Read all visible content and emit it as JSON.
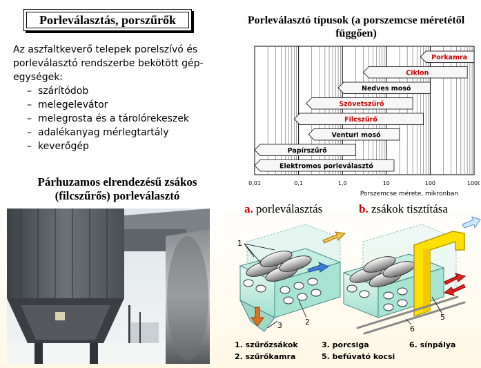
{
  "title": "Porleválasztás, porszűrők",
  "intro": {
    "text": "Az aszfaltkeverő telepek porelszívó és porleválasztó rendszerbe bekötött gép-egységek:",
    "items": [
      "szárítódob",
      "melegelevátor",
      "melegrosta és a tárolórekeszek",
      "adalékanyag mérlegtartály",
      "keverőgép"
    ],
    "dash": "–"
  },
  "parallel_title": "Párhuzamos elrendezésű zsákos (filcszűrős) porleválasztó",
  "chart_title": "Porleválasztó típusok (a porszemcse méretétől függően)",
  "chart_data": {
    "type": "bar",
    "orientation": "horizontal-range",
    "x_scale": "log",
    "xlim": [
      0.01,
      1000
    ],
    "xticks": [
      "0,01",
      "0,1",
      "1,0",
      "10",
      "100",
      "1000"
    ],
    "xlabel": "Porszemcse mérete, mikronban",
    "grid": true,
    "ranges": [
      {
        "label": "Porkamra",
        "from": 60,
        "to": 1000,
        "color": "#cc0000"
      },
      {
        "label": "Ciklon",
        "from": 3,
        "to": 700,
        "color": "#cc0000"
      },
      {
        "label": "Nedves mosó",
        "from": 0.8,
        "to": 100,
        "color": "#000000"
      },
      {
        "label": "Szövetszűrő",
        "from": 0.15,
        "to": 40,
        "color": "#cc0000"
      },
      {
        "label": "Filcszűrő",
        "from": 0.08,
        "to": 70,
        "color": "#cc0000"
      },
      {
        "label": "Venturi mosó",
        "from": 0.17,
        "to": 20,
        "color": "#000000"
      },
      {
        "label": "Papírszűrő",
        "from": 0.01,
        "to": 2,
        "color": "#000000"
      },
      {
        "label": "Elektromos porleválasztó",
        "from": 0.01,
        "to": 15,
        "color": "#000000"
      }
    ]
  },
  "diagram": {
    "label_a_letter": "a.",
    "label_a_text": "porleválasztás",
    "label_b_letter": "b.",
    "label_b_text": "zsákok tisztítása",
    "numbers": [
      "1",
      "2",
      "3",
      "5",
      "6"
    ],
    "legend": {
      "col1": [
        "1. szűrőzsákok",
        "2. szűrőkamra"
      ],
      "col2": [
        "3. porcsiga",
        "5. befúvató kocsi"
      ],
      "col3": [
        "6. sínpálya"
      ]
    }
  }
}
